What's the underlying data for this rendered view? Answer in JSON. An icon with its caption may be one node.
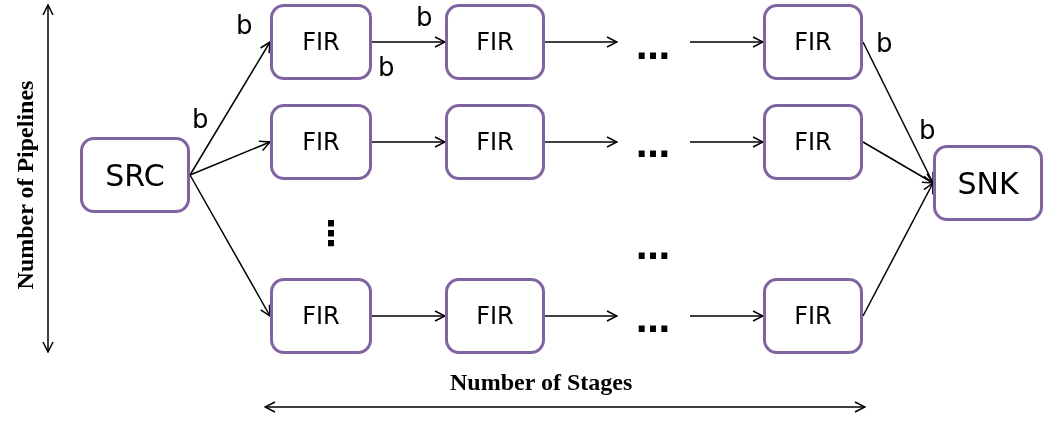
{
  "diagram": {
    "nodes": [
      {
        "text": [
          "SRC"
        ]
      },
      {
        "text": [
          "FIR"
        ]
      },
      {
        "text": [
          "FIR"
        ]
      },
      {
        "text": [
          "FIR"
        ]
      },
      {
        "text": [
          "FIR"
        ]
      },
      {
        "text": [
          "FIR"
        ]
      },
      {
        "text": [
          "FIR"
        ]
      },
      {
        "text": [
          "FIR"
        ]
      },
      {
        "text": [
          "FIR"
        ]
      },
      {
        "text": [
          "FIR"
        ]
      },
      {
        "text": [
          "SNK"
        ]
      }
    ],
    "edges": [
      {
        "from": 0,
        "to": 1,
        "arrow": "to"
      },
      {
        "from": 0,
        "to": 4,
        "arrow": "to"
      },
      {
        "from": 0,
        "to": 7,
        "arrow": "to"
      },
      {
        "from": 1,
        "to": 2,
        "arrow": "to"
      },
      {
        "from": 2,
        "to": null,
        "arrow": "to"
      },
      {
        "from": null,
        "to": 3,
        "arrow": "to"
      },
      {
        "from": 4,
        "to": 5,
        "arrow": "to"
      },
      {
        "from": 5,
        "to": null,
        "arrow": "to"
      },
      {
        "from": null,
        "to": 6,
        "arrow": "to"
      },
      {
        "from": 7,
        "to": 8,
        "arrow": "to"
      },
      {
        "from": 8,
        "to": null,
        "arrow": "to"
      },
      {
        "from": null,
        "to": 9,
        "arrow": "to"
      },
      {
        "from": 3,
        "to": 10,
        "arrow": "to"
      },
      {
        "from": 6,
        "to": 10,
        "arrow": "to"
      },
      {
        "from": 9,
        "to": 10,
        "arrow": "to"
      }
    ],
    "labels": [
      "Number of Pipelines",
      "b",
      "b",
      "b",
      "b",
      "b",
      "b",
      "…",
      "…",
      "⋮",
      "…",
      "…",
      "Number of Stages"
    ]
  }
}
